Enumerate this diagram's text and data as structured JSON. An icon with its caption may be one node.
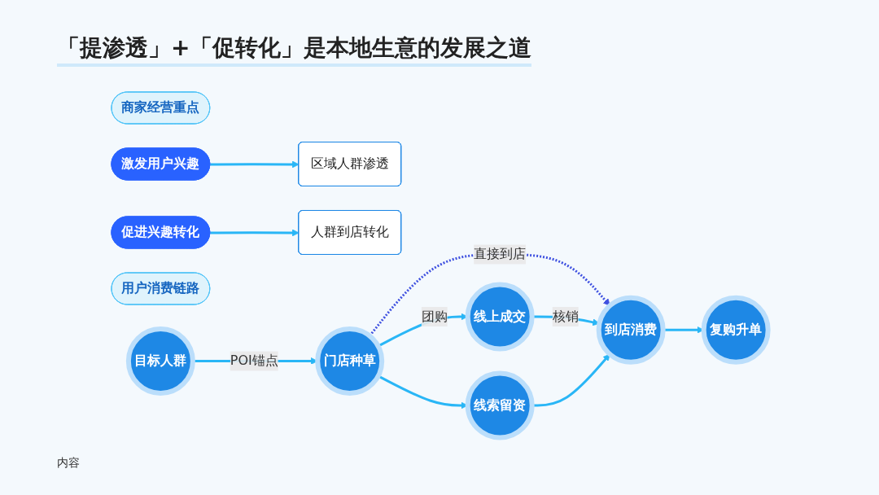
{
  "diagram": {
    "title": "「提渗透」+「促转化」是本地生意的发展之道",
    "nodes": [
      {
        "text": [
          "商家经营重点"
        ]
      },
      {
        "text": [
          "激发用户兴趣"
        ]
      },
      {
        "text": [
          "促进兴趣转化"
        ]
      },
      {
        "text": [
          "区域人群渗透"
        ]
      },
      {
        "text": [
          "人群到店转化"
        ]
      },
      {
        "text": [
          "用户消费链路"
        ]
      },
      {
        "text": [
          "目标人群"
        ]
      },
      {
        "text": [
          "门店种草"
        ]
      },
      {
        "text": [
          "线上成交"
        ]
      },
      {
        "text": [
          "线索留资"
        ]
      },
      {
        "text": [
          "到店消费"
        ]
      },
      {
        "text": [
          "复购升单"
        ]
      }
    ],
    "edges": [
      {
        "from": 1,
        "to": 3,
        "arrow": "to"
      },
      {
        "from": 2,
        "to": 4,
        "arrow": "to"
      },
      {
        "from": 6,
        "to": 7,
        "arrow": "to",
        "label": "POI锚点"
      },
      {
        "from": 7,
        "to": 8,
        "arrow": "to",
        "label": "团购"
      },
      {
        "from": 7,
        "to": 10,
        "arrow": "to",
        "label": "直接到店",
        "style": "dashed",
        "color": "#3f51e0"
      },
      {
        "from": 7,
        "to": 9,
        "arrow": "to"
      },
      {
        "from": 8,
        "to": 10,
        "arrow": "to",
        "label": "核销"
      },
      {
        "from": 9,
        "to": 10,
        "arrow": "to"
      },
      {
        "from": 10,
        "to": 11,
        "arrow": "to"
      }
    ],
    "labels": [
      "内容"
    ]
  }
}
